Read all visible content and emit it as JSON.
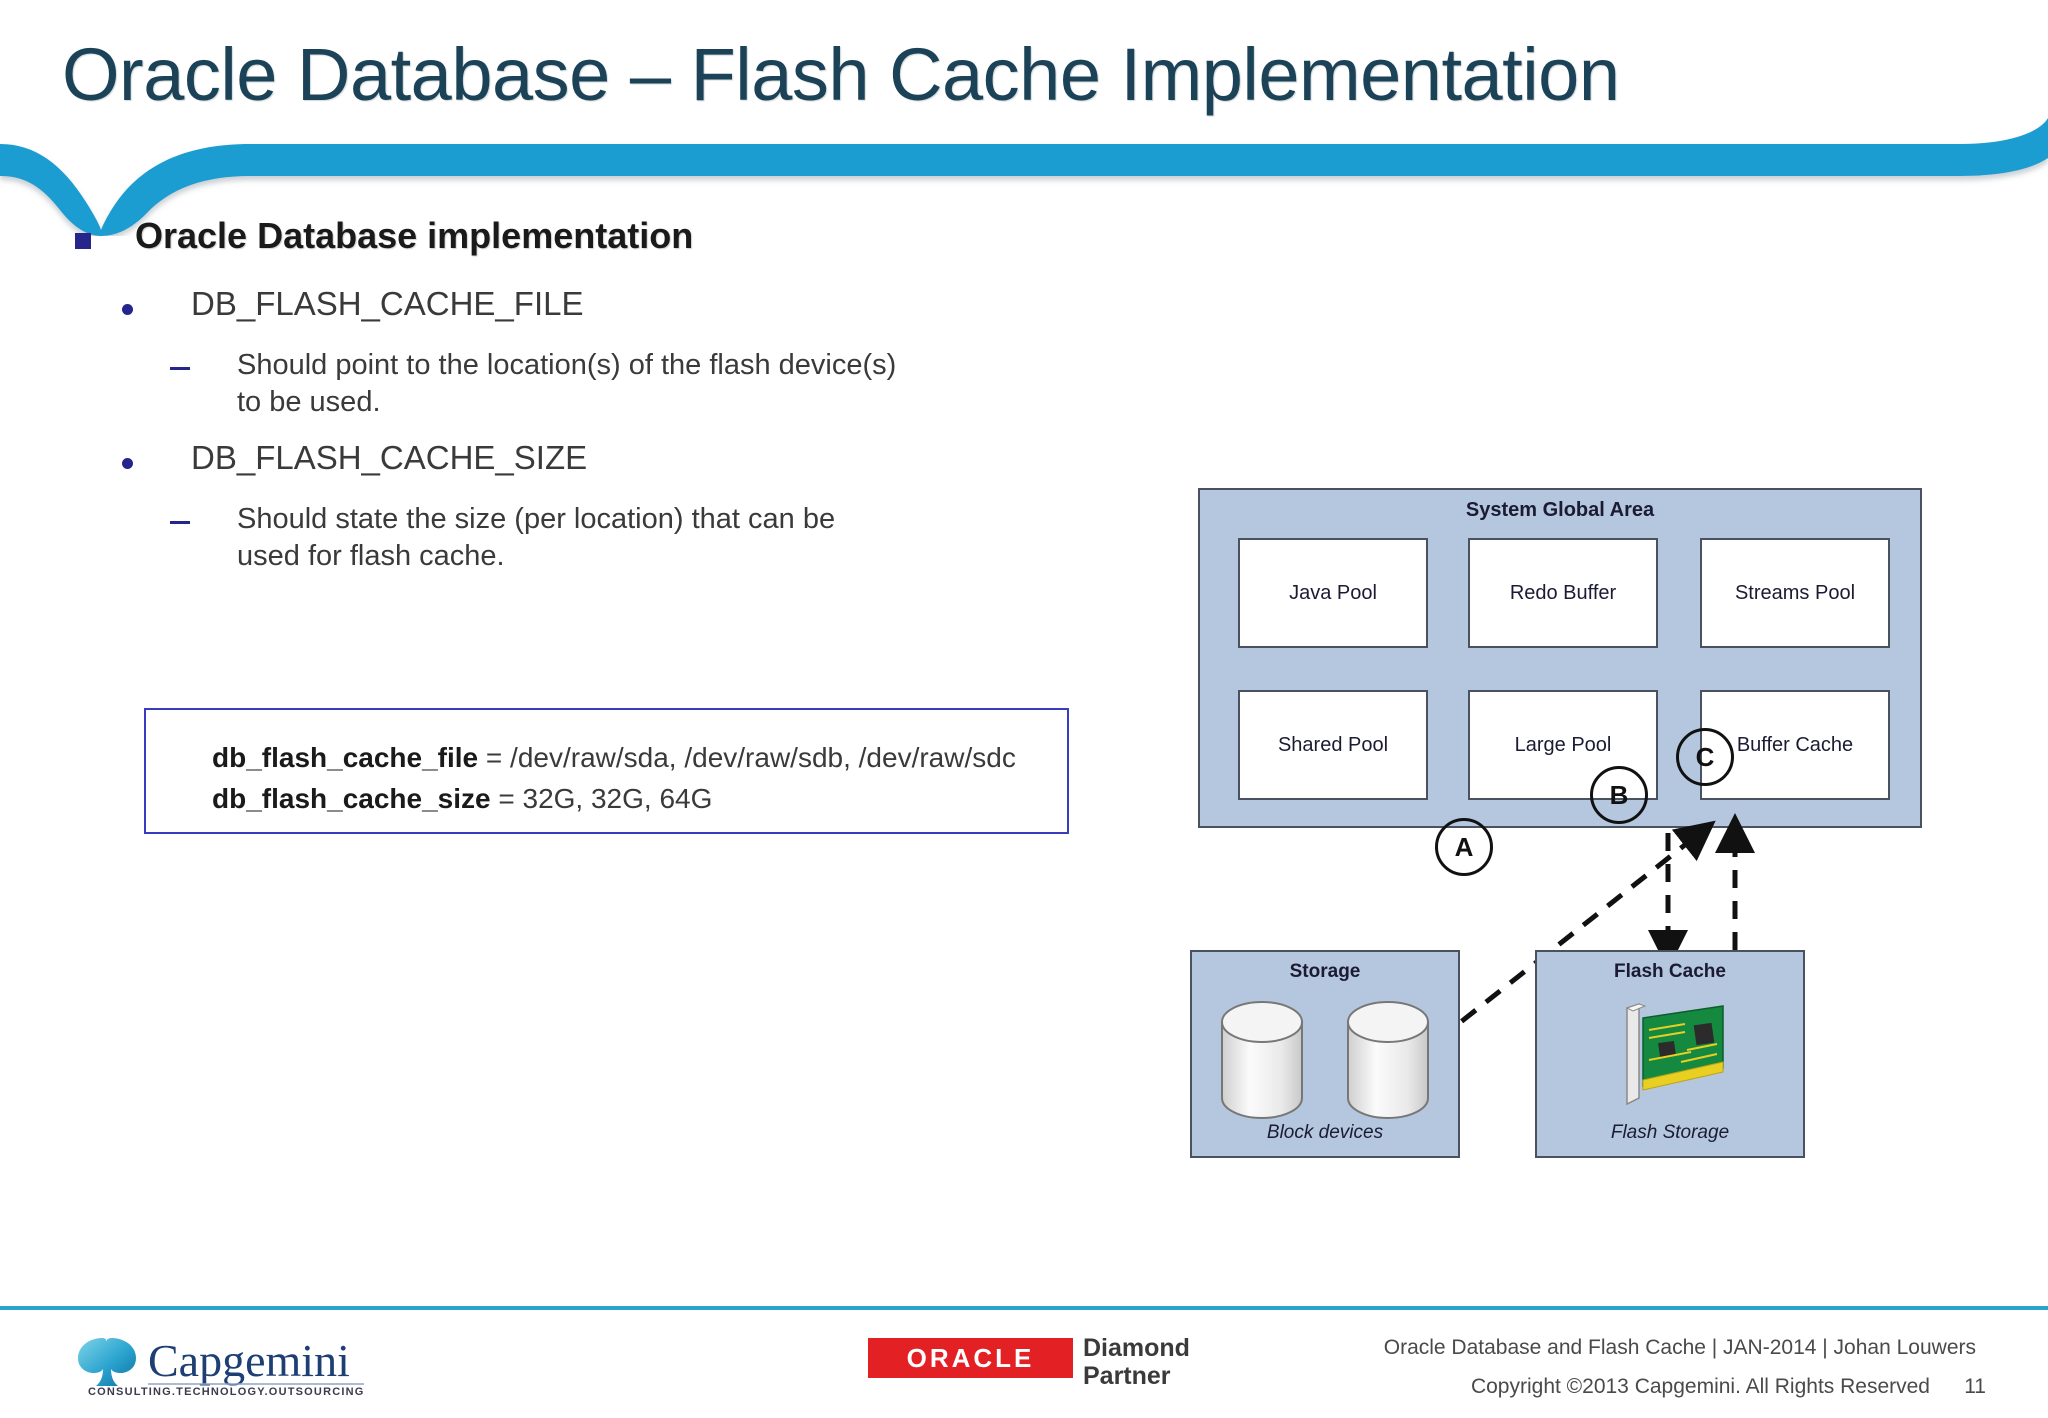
{
  "slide": {
    "title": "Oracle Database – Flash Cache Implementation",
    "page_number": "11"
  },
  "content": {
    "heading": "Oracle Database implementation",
    "items": [
      {
        "label": "DB_FLASH_CACHE_FILE",
        "detail": "Should point to the location(s) of the flash device(s) to be used."
      },
      {
        "label": "DB_FLASH_CACHE_SIZE",
        "detail": "Should state the size (per location) that can be used for flash cache."
      }
    ],
    "code_box": {
      "line1_key": "db_flash_cache_file",
      "line1_value": " = /dev/raw/sda, /dev/raw/sdb, /dev/raw/sdc",
      "line2_key": "db_flash_cache_size",
      "line2_value": " = 32G, 32G, 64G",
      "border_color": "#3b3bbf"
    }
  },
  "diagram": {
    "sga_title": "System Global Area",
    "sga_cells": [
      "Java Pool",
      "Redo Buffer",
      "Streams Pool",
      "Shared Pool",
      "Large Pool",
      "Buffer Cache"
    ],
    "storage": {
      "title": "Storage",
      "caption": "Block devices"
    },
    "flash_cache": {
      "title": "Flash Cache",
      "caption": "Flash Storage"
    },
    "markers": [
      "A",
      "B",
      "C"
    ],
    "panel_color": "#b4c7de",
    "border_color": "#4a5260"
  },
  "footer": {
    "capgemini_name": "Capgemini",
    "capgemini_tagline": "CONSULTING.TECHNOLOGY.OUTSOURCING",
    "oracle_word": "ORACLE",
    "oracle_partner_line1": "Diamond",
    "oracle_partner_line2": "Partner",
    "credit": "Oracle Database and  Flash Cache | JAN-2014 | Johan Louwers",
    "copyright": "Copyright ©2013 Capgemini. All Rights Reserved",
    "page": "11",
    "accent_color": "#2aa3cf"
  }
}
